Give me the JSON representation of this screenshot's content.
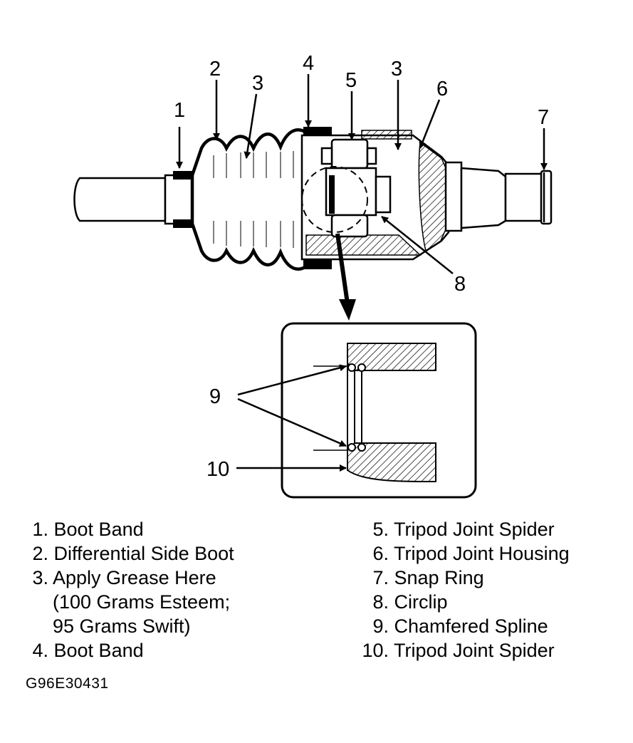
{
  "callouts": {
    "c1": "1",
    "c2": "2",
    "c3a": "3",
    "c4": "4",
    "c5": "5",
    "c3b": "3",
    "c6": "6",
    "c7": "7",
    "c8": "8",
    "c9": "9",
    "c10": "10"
  },
  "legend_left": [
    {
      "num": "1.",
      "text": "Boot Band"
    },
    {
      "num": "2.",
      "text": "Differential Side Boot"
    },
    {
      "num": "3.",
      "text": "Apply Grease Here"
    },
    {
      "num": "",
      "text": "(100 Grams Esteem;"
    },
    {
      "num": "",
      "text": "95 Grams Swift)"
    },
    {
      "num": "4.",
      "text": "Boot Band"
    }
  ],
  "legend_right": [
    {
      "num": "5.",
      "text": "Tripod Joint Spider"
    },
    {
      "num": "6.",
      "text": "Tripod Joint Housing"
    },
    {
      "num": "7.",
      "text": "Snap Ring"
    },
    {
      "num": "8.",
      "text": "Circlip"
    },
    {
      "num": "9.",
      "text": "Chamfered Spline"
    },
    {
      "num": "10.",
      "text": "Tripod Joint Spider"
    }
  ],
  "figure_code": "G96E30431"
}
